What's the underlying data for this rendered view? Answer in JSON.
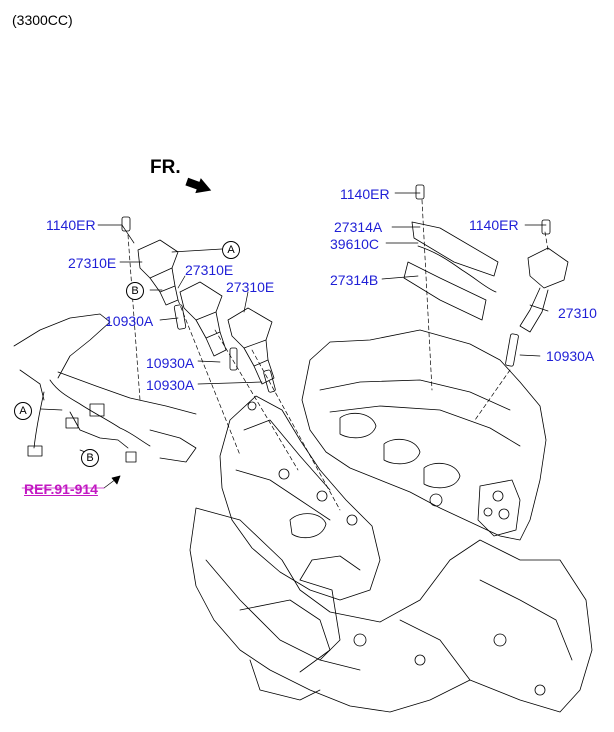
{
  "header": {
    "engine": "(3300CC)"
  },
  "orientation": {
    "label": "FR."
  },
  "callouts": {
    "a": "A",
    "b": "B"
  },
  "parts": {
    "bolt_left": "1140ER",
    "bolt_mid": "1140ER",
    "bolt_right": "1140ER",
    "coil_1": "27310E",
    "coil_2": "27310E",
    "coil_3": "27310E",
    "coil_right": "27310",
    "plug_1": "10930A",
    "plug_2": "10930A",
    "plug_3": "10930A",
    "plug_right": "10930A",
    "bracket_upper": "27314A",
    "bracket_lower": "27314B",
    "cable": "39610C"
  },
  "reference": {
    "label": "REF.91-914"
  },
  "colors": {
    "part_label": "#1f1fd6",
    "reference": "#c218c2",
    "line": "#000000"
  }
}
